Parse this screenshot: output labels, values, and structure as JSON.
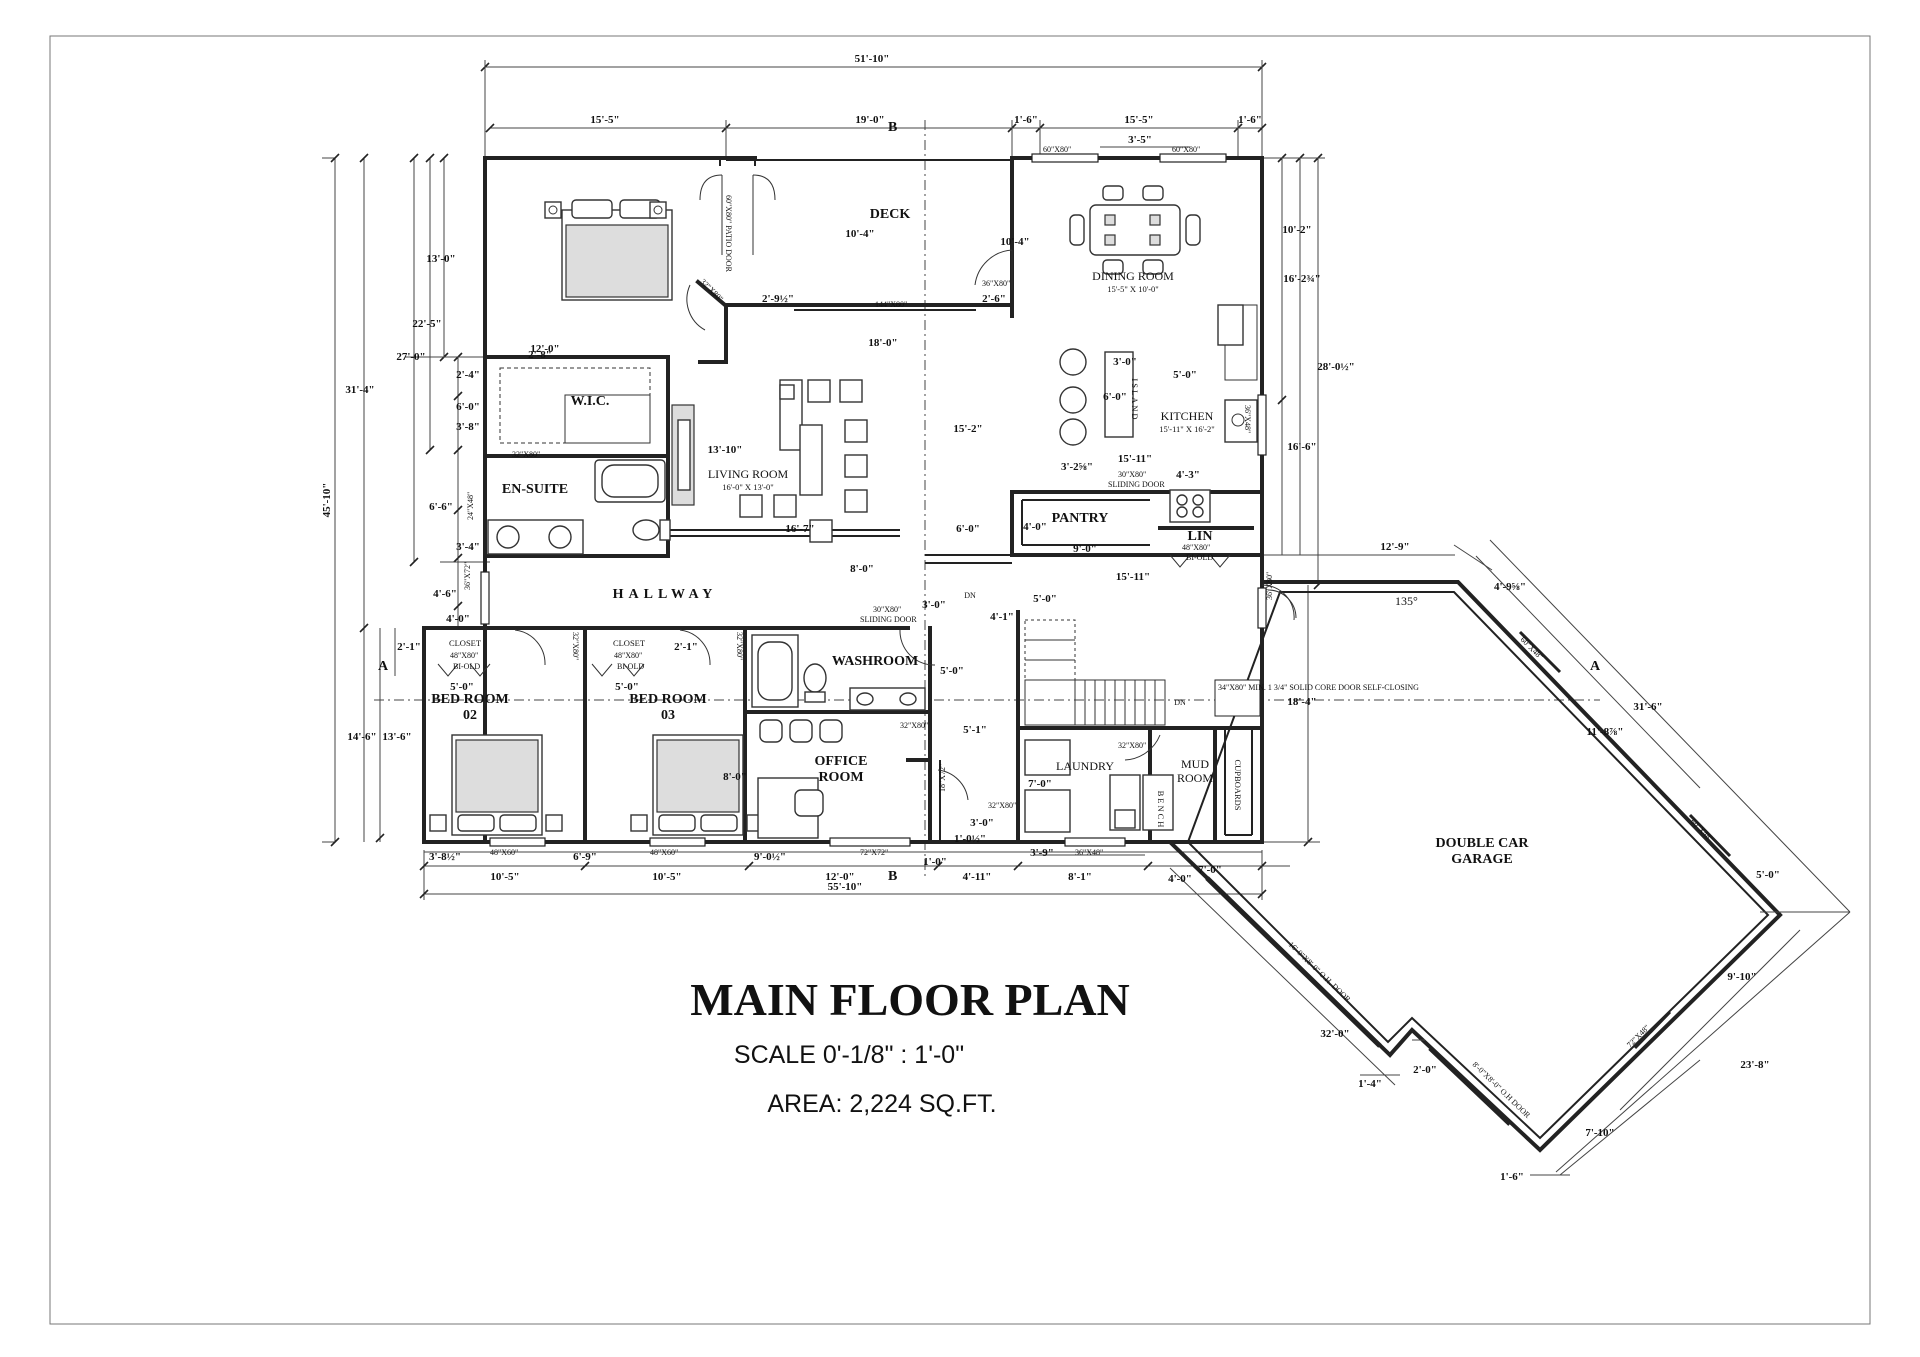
{
  "title": "MAIN FLOOR PLAN",
  "scale": "SCALE  0'-1/8\" : 1'-0\"",
  "area": "AREA: 2,224 SQ.FT.",
  "rooms": {
    "deck": "DECK",
    "dining": "DINING ROOM",
    "dining_size": "15'-5\" X 10'-0\"",
    "kitchen": "KITCHEN",
    "kitchen_size": "15'-11\" X 16'-2\"",
    "island": "ISLAND",
    "wic": "W.I.C.",
    "ensuite": "EN-SUITE",
    "living": "LIVING ROOM",
    "living_size": "16'-0\"  X 13'-0\"",
    "pantry": "PANTRY",
    "lin": "LIN",
    "hallway": "HALLWAY",
    "washroom": "WASHROOM",
    "bed2_a": "BED ROOM",
    "bed2_b": "02",
    "bed3_a": "BED ROOM",
    "bed3_b": "03",
    "office_a": "OFFICE",
    "office_b": "ROOM",
    "laundry": "LAUNDRY",
    "mud_a": "MUD",
    "mud_b": "ROOM",
    "cupboards": "CUPBOARDS",
    "bench": "BENCH",
    "garage_a": "DOUBLE CAR",
    "garage_b": "GARAGE",
    "closet": "CLOSET",
    "dn": "DN"
  },
  "openings": {
    "patio_door": "60\"X80\" PATIO DOOR",
    "w60x80": "60\"X80\"",
    "w144x80": "144\"X80\"",
    "d36x80": "36\"X80\"",
    "d32x80": "32\"X80\"",
    "sliding_30x80": "30\"X80\"",
    "sliding": "SLIDING DOOR",
    "bifold_48x80": "48\"X80\"",
    "bifold": "BI-OLD",
    "w48x60": "48\"X60\"",
    "w72x72": "72\"X72\"",
    "w36x48": "36\"X48\"",
    "d36x72": "36\"X72\"",
    "d24x48": "24\"X48\"",
    "d18x72": "18\"X72\"",
    "w60x48": "60\"X48\"",
    "w72x48": "72\"X48\"",
    "oh16": "16'-0\"X8'-0\" O.H. DOOR",
    "oh8": "8'-0\"X8'-0\" O.H DOOR",
    "fire_door": "34\"X80\" MIN. 1 3/4\" SOLID CORE DOOR SELF-CLOSING",
    "angle": "135°",
    "section_a": "A",
    "section_b": "B"
  },
  "dims": {
    "overall_top": "51'-10\"",
    "top_15_5_left": "15'-5\"",
    "top_19_0": "19'-0\"",
    "top_1_6_a": "1'-6\"",
    "top_15_5_right": "15'-5\"",
    "top_1_6_b": "1'-6\"",
    "top_3_5": "3'-5\"",
    "overall_bottom": "55'-10\"",
    "b_10_5_a": "10'-5\"",
    "b_10_5_b": "10'-5\"",
    "b_12_0": "12'-0\"",
    "b_4_11": "4'-11\"",
    "b_8_1": "8'-1\"",
    "b_4_0": "4'-0\"",
    "b_7_0": "7'-0\"",
    "b_3_8": "3'-8½\"",
    "b_6_9": "6'-9\"",
    "b_9_0": "9'-0½\"",
    "b_1_0": "1'-0\"",
    "b_3_9": "3'-9\"",
    "left_45_10": "45'-10\"",
    "left_31_4": "31'-4\"",
    "left_27_0": "27'-0\"",
    "left_22_5": "22'-5\"",
    "left_13_0": "13'-0\"",
    "left_2_4": "2'-4\"",
    "left_6_0": "6'-0\"",
    "left_3_8": "3'-8\"",
    "left_6_6": "6'-6\"",
    "left_3_4": "3'-4\"",
    "left_4_6": "4'-6\"",
    "left_4_0": "4'-0\"",
    "left_2_1_a": "2'-1\"",
    "left_14_6": "14'-6\"",
    "left_13_6": "13'-6\"",
    "right_10_2": "10'-2\"",
    "right_16_2": "16'-2¾\"",
    "right_28_0": "28'-0½\"",
    "right_16_6": "16'-6\"",
    "right_18_4": "18'-4\"",
    "right_12_9": "12'-9\"",
    "in_10_4_deck": "10'-4\"",
    "in_10_4_dining": "10'-4\"",
    "in_2_9": "2'-9½\"",
    "in_2_6": "2'-6\"",
    "in_18_0": "18'-0\"",
    "in_12_0": "12'-0\"",
    "in_2_8": "2'-8\"",
    "in_15_2": "15'-2\"",
    "in_13_10": "13'-10\"",
    "in_16_7": "16'-7\"",
    "in_6_0_hall": "6'-0\"",
    "in_8_0_hall": "8'-0\"",
    "in_3_0_isl": "3'-0\"",
    "in_6_0_isl": "6'-0\"",
    "in_5_0_kit": "5'-0\"",
    "in_15_11_a": "15'-11\"",
    "in_3_2": "3'-2⅝\"",
    "in_4_3": "4'-3\"",
    "in_4_0_pan": "4'-0\"",
    "in_9_0_pan": "9'-0\"",
    "in_15_11_b": "15'-11\"",
    "in_3_0_st": "3'-0\"",
    "in_4_1": "4'-1\"",
    "in_5_0_st": "5'-0\"",
    "in_5_0_cl2": "5'-0\"",
    "in_5_0_cl3": "5'-0\"",
    "in_2_1_b": "2'-1\"",
    "in_5_0_wash": "5'-0\"",
    "in_5_1": "5'-1\"",
    "in_8_0_off": "8'-0\"",
    "in_7_0_lau": "7'-0\"",
    "in_3_0_lau": "3'-0\"",
    "in_1_0_lau": "1'-0½\"",
    "g_31_6": "31'-6\"",
    "g_11_8": "11'-8⅞\"",
    "g_4_9": "4'-9⅝\"",
    "g_5_0": "5'-0\"",
    "g_9_10": "9'-10\"",
    "g_23_8": "23'-8\"",
    "g_7_10": "7'-10\"",
    "g_1_6": "1'-6\"",
    "g_32_0": "32'-0\"",
    "g_1_4": "1'-4\"",
    "g_2_0": "2'-0\""
  }
}
